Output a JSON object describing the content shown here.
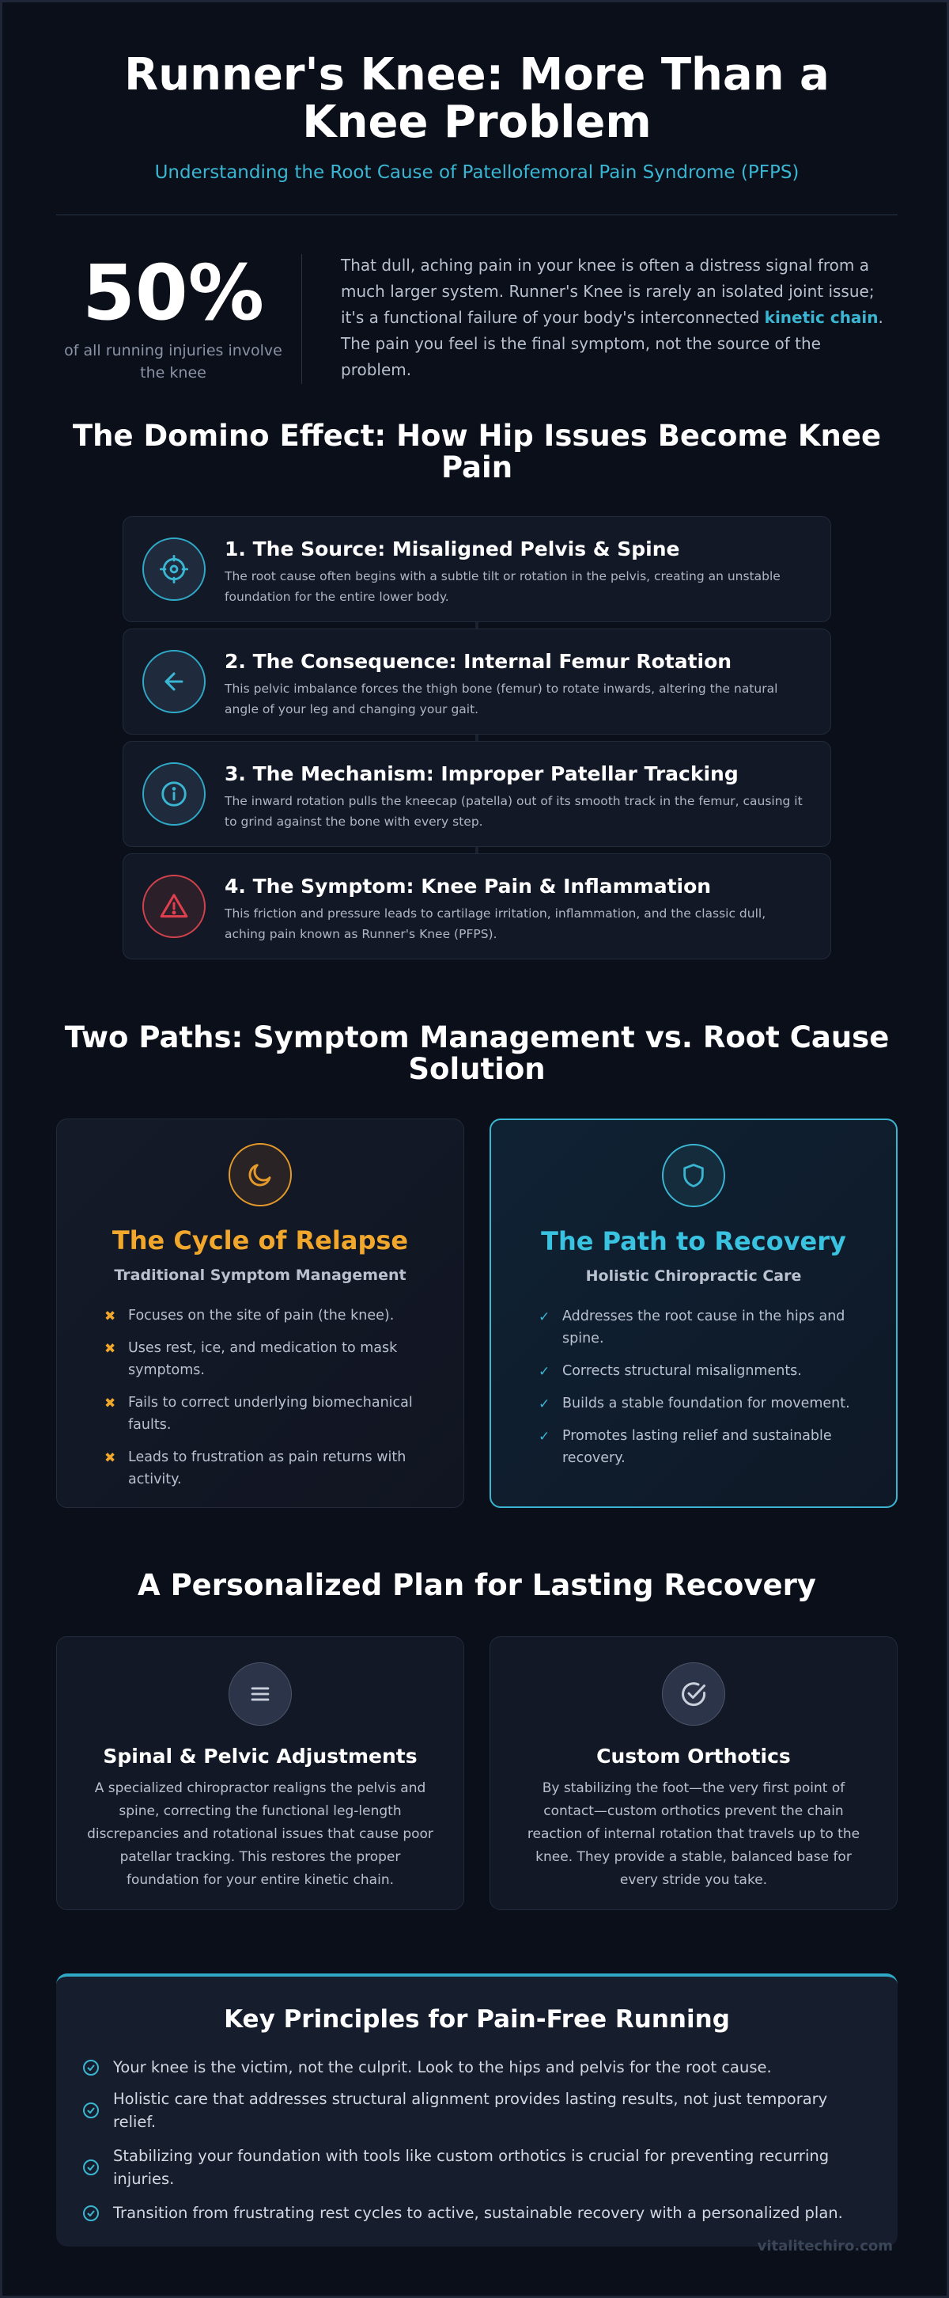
{
  "header": {
    "title": "Runner's Knee: More Than a Knee Problem",
    "subtitle": "Understanding the Root Cause of Patellofemoral Pain Syndrome (PFPS)"
  },
  "intro": {
    "stat_value": "50%",
    "stat_label": "of all running injuries involve the knee",
    "text_before": "That dull, aching pain in your knee is often a distress signal from a much larger system. Runner's Knee is rarely an isolated joint issue; it's a functional failure of your body's interconnected ",
    "text_highlight": "kinetic chain",
    "text_after": ". The pain you feel is the final symptom, not the source of the problem.",
    "highlight_color": "#3ab6d2"
  },
  "domino": {
    "title": "The Domino Effect: How Hip Issues Become Knee Pain",
    "steps": [
      {
        "title": "1. The Source: Misaligned Pelvis & Spine",
        "desc": "The root cause often begins with a subtle tilt or rotation in the pelvis, creating an unstable foundation for the entire lower body.",
        "icon": "crosshair-icon"
      },
      {
        "title": "2. The Consequence: Internal Femur Rotation",
        "desc": "This pelvic imbalance forces the thigh bone (femur) to rotate inwards, altering the natural angle of your leg and changing your gait.",
        "icon": "arrow-left-icon"
      },
      {
        "title": "3. The Mechanism: Improper Patellar Tracking",
        "desc": "The inward rotation pulls the kneecap (patella) out of its smooth track in the femur, causing it to grind against the bone with every step.",
        "icon": "info-icon"
      },
      {
        "title": "4. The Symptom: Knee Pain & Inflammation",
        "desc": "This friction and pressure leads to cartilage irritation, inflammation, and the classic dull, aching pain known as Runner's Knee (PFPS).",
        "icon": "warning-icon"
      }
    ]
  },
  "paths": {
    "title": "Two Paths: Symptom Management vs. Root Cause Solution",
    "relapse": {
      "title": "The Cycle of Relapse",
      "subtitle": "Traditional Symptom Management",
      "icon": "moon-icon",
      "color": "#f0a72c",
      "items": [
        "Focuses on the site of pain (the knee).",
        "Uses rest, ice, and medication to mask symptoms.",
        "Fails to correct underlying biomechanical faults.",
        "Leads to frustration as pain returns with activity."
      ]
    },
    "recovery": {
      "title": "The Path to Recovery",
      "subtitle": "Holistic Chiropractic Care",
      "icon": "shield-icon",
      "color": "#3ac3e0",
      "items": [
        "Addresses the root cause in the hips and spine.",
        "Corrects structural misalignments.",
        "Builds a stable foundation for movement.",
        "Promotes lasting relief and sustainable recovery."
      ]
    },
    "relapse_mark": "✖",
    "recovery_mark": "✓"
  },
  "plan": {
    "title": "A Personalized Plan for Lasting Recovery",
    "cards": [
      {
        "title": "Spinal & Pelvic Adjustments",
        "desc": "A specialized chiropractor realigns the pelvis and spine, correcting the functional leg-length discrepancies and rotational issues that cause poor patellar tracking. This restores the proper foundation for your entire kinetic chain.",
        "icon": "menu-lines-icon"
      },
      {
        "title": "Custom Orthotics",
        "desc": "By stabilizing the foot—the very first point of contact—custom orthotics prevent the chain reaction of internal rotation that travels up to the knee. They provide a stable, balanced base for every stride you take.",
        "icon": "check-circle-icon"
      }
    ]
  },
  "principles": {
    "title": "Key Principles for Pain-Free Running",
    "items": [
      "Your knee is the victim, not the culprit. Look to the hips and pelvis for the root cause.",
      "Holistic care that addresses structural alignment provides lasting results, not just temporary relief.",
      "Stabilizing your foundation with tools like custom orthotics is crucial for preventing recurring injuries.",
      "Transition from frustrating rest cycles to active, sustainable recovery with a personalized plan."
    ]
  },
  "footer": {
    "brand": "vitalitechiro.com"
  }
}
